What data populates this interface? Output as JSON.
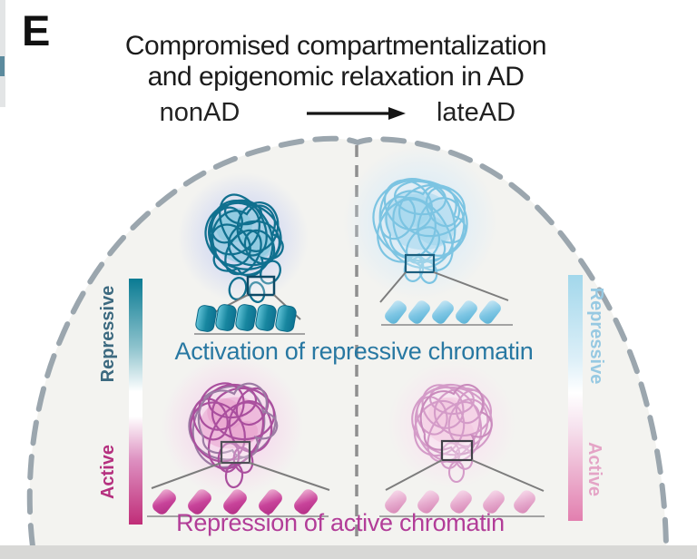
{
  "panel": {
    "label": "E"
  },
  "title": {
    "line1": "Compromised compartmentalization",
    "line2": "and epigenomic relaxation in AD"
  },
  "stages": {
    "left": "nonAD",
    "right": "lateAD",
    "arrow_icon": "right-arrow"
  },
  "captions": {
    "top": "Activation of repressive chromatin",
    "bottom": "Repression of active chromatin"
  },
  "scales": {
    "left": {
      "top_label": "Repressive",
      "bottom_label": "Active",
      "top_color": "#0d7e95",
      "bottom_color": "#c02d78"
    },
    "right": {
      "top_label": "Repressive",
      "bottom_label": "Active",
      "top_color": "#a3d7ea",
      "bottom_color": "#e27fb0"
    }
  },
  "colors": {
    "caption_top": "#2878a2",
    "caption_bottom": "#b23d98",
    "repressive_dense": "#10708f",
    "repressive_relaxed": "#7cc4e2",
    "active_dense": "#aa4f9e",
    "active_relaxed": "#d49bc8",
    "outline_gray": "#9ba6ae",
    "inner_background": "#f3f3f0"
  }
}
